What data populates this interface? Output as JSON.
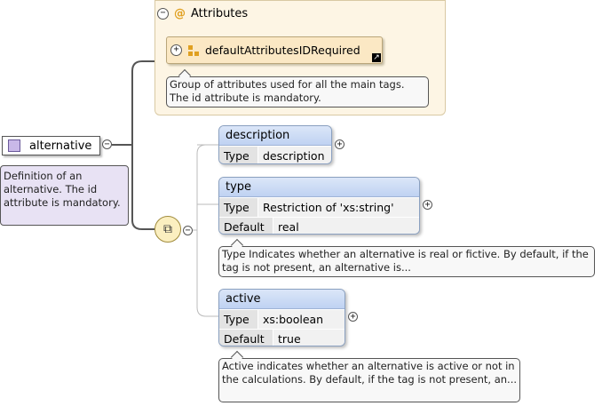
{
  "root": {
    "label": "alternative",
    "annotation": "Definition of an alternative. The id attribute is mandatory."
  },
  "attributes": {
    "title": "Attributes",
    "ref_label": "defaultAttributesIDRequired",
    "annotation": "Group of attributes used for all the main tags. The id attribute is mandatory."
  },
  "children": {
    "description": {
      "title": "description",
      "type_key": "Type",
      "type_val": "description"
    },
    "type": {
      "title": "type",
      "type_key": "Type",
      "type_val": "Restriction of 'xs:string'",
      "default_key": "Default",
      "default_val": "real",
      "annotation": "Type Indicates whether an alternative is real or fictive. By default, if the tag is not present, an alternative is..."
    },
    "active": {
      "title": "active",
      "type_key": "Type",
      "type_val": "xs:boolean",
      "default_key": "Default",
      "default_val": "true",
      "annotation": "Active indicates whether an alternative is active or not in the calculations. By default, if the tag is not present, an..."
    }
  },
  "icons": {
    "collapse": "minus-circle-icon",
    "expand": "plus-circle-icon",
    "attribute": "at-icon",
    "attribute_group": "attribute-group-icon",
    "reference": "shortcut-arrow-icon",
    "sequence": "sequence-icon",
    "element": "element-icon"
  },
  "colors": {
    "attr_group_bg": "#fdf5e4",
    "attr_ref_bg": "#fbe8c4",
    "root_note_bg": "#e8e2f4",
    "element_header": "#bfd2f2",
    "sequence_bg": "#fbefc0"
  }
}
